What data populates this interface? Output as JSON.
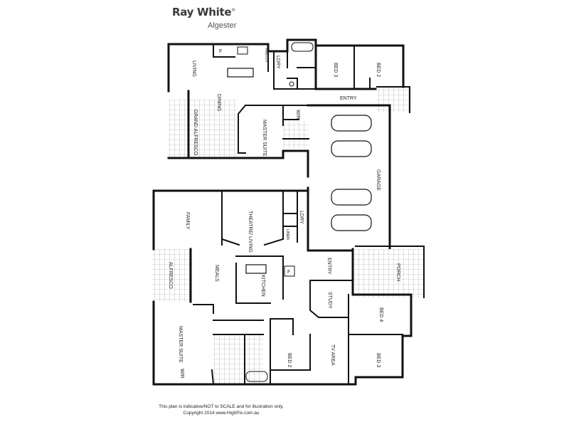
{
  "header": {
    "brand": "Ray White",
    "office": "Algester"
  },
  "rooms": {
    "upper": {
      "living": "LIVING",
      "dining": "DINING",
      "grand_alfresco": "GRAND ALFRESCO",
      "pantry": "PANTRY",
      "ldry": "LDRY",
      "bed3": "BED 3",
      "bed2": "BED 2",
      "entry": "ENTRY",
      "wir": "WIR",
      "master_suite": "MASTER SUITE",
      "garage": "GARAGE",
      "fridge": "F"
    },
    "lower": {
      "family": "FAMILY",
      "theatre_living": "THEATRE/ LIVING",
      "ldry": "LDRY",
      "linen": "LINEN",
      "alfresco": "ALFRESCO",
      "meals": "MEALS",
      "kitchen": "KITCHEN",
      "fridge": "F",
      "entry": "ENTRY",
      "porch": "PORCH",
      "study": "STUDY",
      "bed4": "BED 4",
      "master_suite": "MASTER SUITE",
      "wir": "WIR",
      "bed2": "BED 2",
      "tv_area": "TV AREA",
      "bed3": "BED 3"
    }
  },
  "footer": {
    "disclaimer": "This plan is indicative/NOT to SCALE and for illustration only.",
    "copyright": "Copyright 2014 www.HighPix.com.au"
  }
}
